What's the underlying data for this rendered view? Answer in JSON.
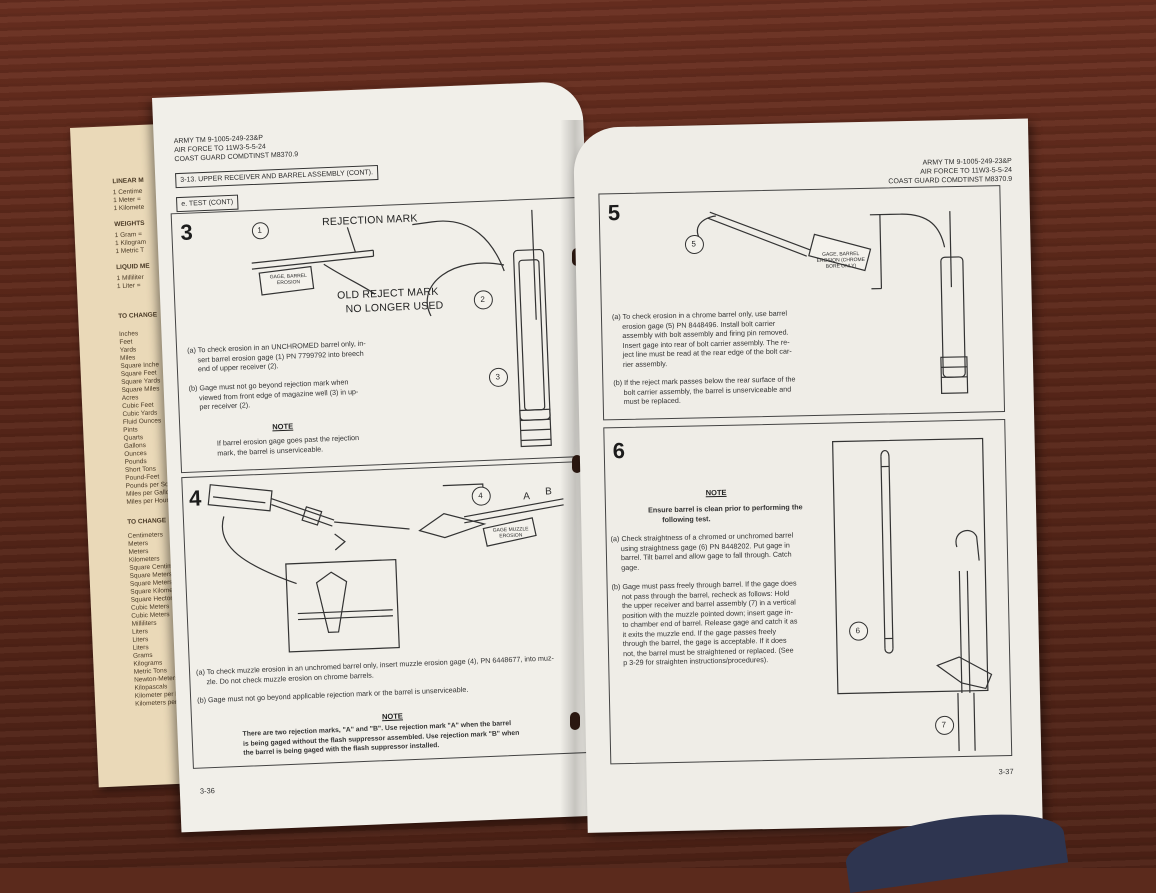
{
  "left_strip": {
    "headings": [
      "LINEAR M",
      "WEIGHTS",
      "LIQUID ME",
      "TO CHANGE",
      "TO CHANGE"
    ],
    "linear": [
      "1 Centime",
      "1 Meter =",
      "1 Kilomete"
    ],
    "weights": [
      "1 Gram =",
      "1 Kilogram",
      "1 Metric T"
    ],
    "liquid": [
      "1 Milliliter",
      "1 Liter ="
    ],
    "change1": [
      "Inches",
      "Feet",
      "Yards",
      "Miles",
      "Square Inche",
      "Square Feet",
      "Square Yards",
      "Square Miles",
      "Acres",
      "Cubic Feet",
      "Cubic Yards",
      "Fluid Ounces",
      "Pints",
      "Quarts",
      "Gallons",
      "Ounces",
      "Pounds",
      "Short Tons",
      "Pound-Feet",
      "Pounds per So",
      "Miles per Gallo",
      "Miles per Hour"
    ],
    "change2": [
      "Centimeters",
      "Meters",
      "Meters",
      "Kilometers",
      "Square Centime",
      "Square Meters",
      "Square Meters",
      "Square Kilomete",
      "Square Hectome",
      "Cubic Meters",
      "Cubic Meters",
      "Milliliters",
      "Liters",
      "Liters",
      "Liters",
      "Grams",
      "Kilograms",
      "Metric Tons",
      "Newton-Meters",
      "Kilopascals",
      "Kilometer per Liter",
      "Kilometers per Hour"
    ]
  },
  "left_page": {
    "header": [
      "ARMY TM 9-1005-249-23&P",
      "AIR FORCE TO 11W3-5-5-24",
      "COAST GUARD COMDTINST M8370.9"
    ],
    "section": "3-13. UPPER RECEIVER AND BARREL ASSEMBLY (CONT).",
    "subsection": "e. TEST (CONT)",
    "step3": {
      "number": "3",
      "rejection_mark": "REJECTION MARK",
      "old_reject": "OLD REJECT MARK",
      "no_longer": "NO LONGER USED",
      "tag": "GAGE, BARREL EROSION",
      "callouts": [
        "1",
        "2",
        "3"
      ],
      "para_a": [
        "(a)  To check erosion in an UNCHROMED barrel only, in-",
        "sert barrel erosion gage (1) PN 7799792 into breech",
        "end of upper receiver (2)."
      ],
      "para_b": [
        "(b)  Gage must not go beyond rejection mark when",
        "viewed from front edge of magazine well (3) in up-",
        "per receiver (2)."
      ],
      "note_title": "NOTE",
      "note": [
        "If barrel erosion gage goes past the rejection",
        "mark, the barrel is unserviceable."
      ]
    },
    "step4": {
      "number": "4",
      "callout": "4",
      "letter_a": "A",
      "letter_b": "B",
      "tag": "GAGE MUZZLE EROSION",
      "para_a": [
        "(a)  To check muzzle erosion in an unchromed barrel only, insert muzzle erosion gage (4), PN 6448677, into muz-",
        "zle. Do not check muzzle erosion on chrome barrels."
      ],
      "para_b": "(b)  Gage must not go beyond applicable rejection mark or the barrel is unserviceable.",
      "note_title": "NOTE",
      "note": [
        "There are two rejection marks, \"A\" and \"B\". Use rejection mark \"A\" when the barrel",
        "is being gaged without the flash suppressor assembled. Use rejection mark \"B\" when",
        "the barrel is being gaged with the flash suppressor installed."
      ]
    },
    "page_number": "3-36"
  },
  "right_page": {
    "header": [
      "ARMY TM 9-1005-249-23&P",
      "AIR FORCE TO 11W3-5-5-24",
      "COAST GUARD COMDTINST M8370.9"
    ],
    "step5": {
      "number": "5",
      "callout": "5",
      "tag": "GAGE, BARREL EROSION (CHROME BORE ONLY)",
      "para_a": [
        "(a)  To check erosion in a chrome barrel only, use barrel",
        "erosion gage (5) PN 8448496. Install bolt carrier",
        "assembly with bolt assembly and firing pin removed.",
        "Insert gage into rear of bolt carrier assembly. The re-",
        "ject line must be read at the rear edge of the bolt car-",
        "rier assembly."
      ],
      "para_b": [
        "(b)  If the reject mark passes below the rear surface of the",
        "bolt carrier assembly, the barrel is unserviceable and",
        "must be replaced."
      ]
    },
    "step6": {
      "number": "6",
      "note_title": "NOTE",
      "note": [
        "Ensure barrel is clean prior to performing the",
        "following test."
      ],
      "para_a": [
        "(a)  Check straightness of a chromed or unchromed barrel",
        "using straightness gage (6) PN 8448202. Put gage in",
        "barrel. Tilt barrel and allow gage to fall through. Catch",
        "gage."
      ],
      "para_b": [
        "(b)  Gage must pass freely through barrel. If the gage does",
        "not pass through the barrel, recheck as follows: Hold",
        "the upper receiver and barrel assembly (7) in a vertical",
        "position with the muzzle pointed down; insert gage in-",
        "to chamber end of barrel. Release gage and catch it as",
        "it exits the muzzle end. If the gage passes freely",
        "through the barrel, the gage is acceptable. If it does",
        "not, the barrel must be straightened or replaced. (See",
        "p 3-29 for straighten instructions/procedures)."
      ],
      "callouts": [
        "6",
        "7"
      ]
    },
    "page_number": "3-37"
  }
}
